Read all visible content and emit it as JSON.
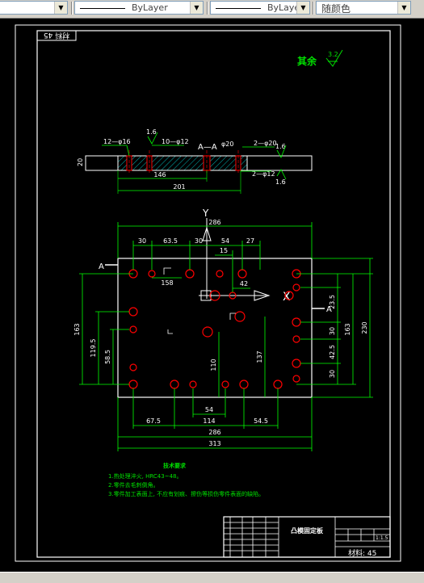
{
  "toolbar": {
    "linetype_label": "ByLayer",
    "lineweight_label": "ByLayer",
    "color_label": "随颜色"
  },
  "drawing": {
    "material_top": "材料 45",
    "roughness_label": "其余",
    "roughness_value": "3.2",
    "section_label": "A—A",
    "section": {
      "hole1": "12—φ16",
      "hole2": "10—φ12",
      "hole3": "φ20",
      "hole4": "2—φ20",
      "hole5": "2—φ12",
      "thickness": "20",
      "dim_146": "146",
      "dim_201": "201",
      "rough_a": "1.6",
      "rough_b": "1.6",
      "rough_c": "1.6"
    },
    "plan": {
      "y_axis": "Y",
      "x_axis": "X",
      "section_mark": "A",
      "top_dims": [
        "286",
        "30",
        "63.5",
        "30",
        "54",
        "27",
        "15",
        "42",
        "158"
      ],
      "right_dims": [
        "23.5",
        "30",
        "42.5",
        "30",
        "163",
        "230"
      ],
      "left_dims": [
        "163",
        "119.5",
        "58.5"
      ],
      "mid_dims": [
        "110",
        "137"
      ],
      "bottom_dims": [
        "54",
        "67.5",
        "114",
        "54.5",
        "286",
        "313"
      ]
    },
    "tech_req": {
      "title": "技术要求",
      "line1": "1.热处理淬火, HRC43~48。",
      "line2": "2.零件去毛刺倒角。",
      "line3": "3.零件加工表面上, 不应有划痕、擦伤等损伤零件表面的缺陷。"
    },
    "title_block": {
      "part_name": "凸模固定板",
      "scale": "1:1.5",
      "material": "材料: 45"
    }
  }
}
